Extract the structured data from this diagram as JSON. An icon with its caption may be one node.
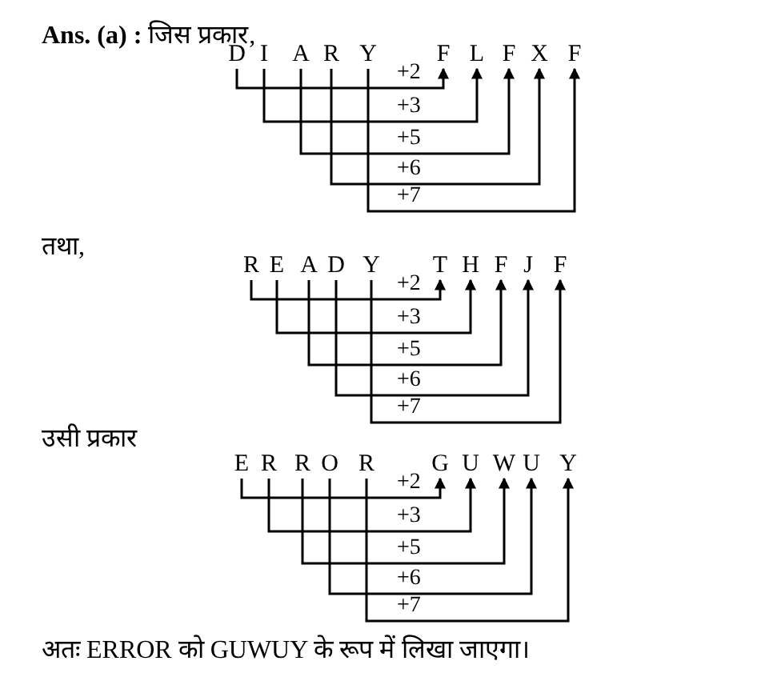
{
  "diagram": {
    "nodes": [
      {
        "text": [
          "D"
        ]
      },
      {
        "text": [
          "I"
        ]
      },
      {
        "text": [
          "A"
        ]
      },
      {
        "text": [
          "R"
        ]
      },
      {
        "text": [
          "Y"
        ]
      },
      {
        "text": [
          "F"
        ]
      },
      {
        "text": [
          "L"
        ]
      },
      {
        "text": [
          "F"
        ]
      },
      {
        "text": [
          "X"
        ]
      },
      {
        "text": [
          "F"
        ]
      },
      {
        "text": [
          "R"
        ]
      },
      {
        "text": [
          "E"
        ]
      },
      {
        "text": [
          "A"
        ]
      },
      {
        "text": [
          "D"
        ]
      },
      {
        "text": [
          "Y"
        ]
      },
      {
        "text": [
          "T"
        ]
      },
      {
        "text": [
          "H"
        ]
      },
      {
        "text": [
          "F"
        ]
      },
      {
        "text": [
          "J"
        ]
      },
      {
        "text": [
          "F"
        ]
      },
      {
        "text": [
          "E"
        ]
      },
      {
        "text": [
          "R"
        ]
      },
      {
        "text": [
          "R"
        ]
      },
      {
        "text": [
          "O"
        ]
      },
      {
        "text": [
          "R"
        ]
      },
      {
        "text": [
          "G"
        ]
      },
      {
        "text": [
          "U"
        ]
      },
      {
        "text": [
          "W"
        ]
      },
      {
        "text": [
          "U"
        ]
      },
      {
        "text": [
          "Y"
        ]
      }
    ],
    "edges": [
      {
        "from": 0,
        "to": 5,
        "arrow": "to",
        "label": "+2"
      },
      {
        "from": 1,
        "to": 6,
        "arrow": "to",
        "label": "+3"
      },
      {
        "from": 2,
        "to": 7,
        "arrow": "to",
        "label": "+5"
      },
      {
        "from": 3,
        "to": 8,
        "arrow": "to",
        "label": "+6"
      },
      {
        "from": 4,
        "to": 9,
        "arrow": "to",
        "label": "+7"
      },
      {
        "from": 10,
        "to": 15,
        "arrow": "to",
        "label": "+2"
      },
      {
        "from": 11,
        "to": 16,
        "arrow": "to",
        "label": "+3"
      },
      {
        "from": 12,
        "to": 17,
        "arrow": "to",
        "label": "+5"
      },
      {
        "from": 13,
        "to": 18,
        "arrow": "to",
        "label": "+6"
      },
      {
        "from": 14,
        "to": 19,
        "arrow": "to",
        "label": "+7"
      },
      {
        "from": 20,
        "to": 25,
        "arrow": "to",
        "label": "+2"
      },
      {
        "from": 21,
        "to": 26,
        "arrow": "to",
        "label": "+3"
      },
      {
        "from": 22,
        "to": 27,
        "arrow": "to",
        "label": "+5"
      },
      {
        "from": 23,
        "to": 28,
        "arrow": "to",
        "label": "+6"
      },
      {
        "from": 24,
        "to": 29,
        "arrow": "to",
        "label": "+7"
      }
    ],
    "labels": [
      "**Ans. (a) :** जिस प्रकार,",
      "तथा,",
      "उसी प्रकार",
      "अतः ERROR को GUWUY के रूप में लिखा जाएगा।"
    ]
  }
}
